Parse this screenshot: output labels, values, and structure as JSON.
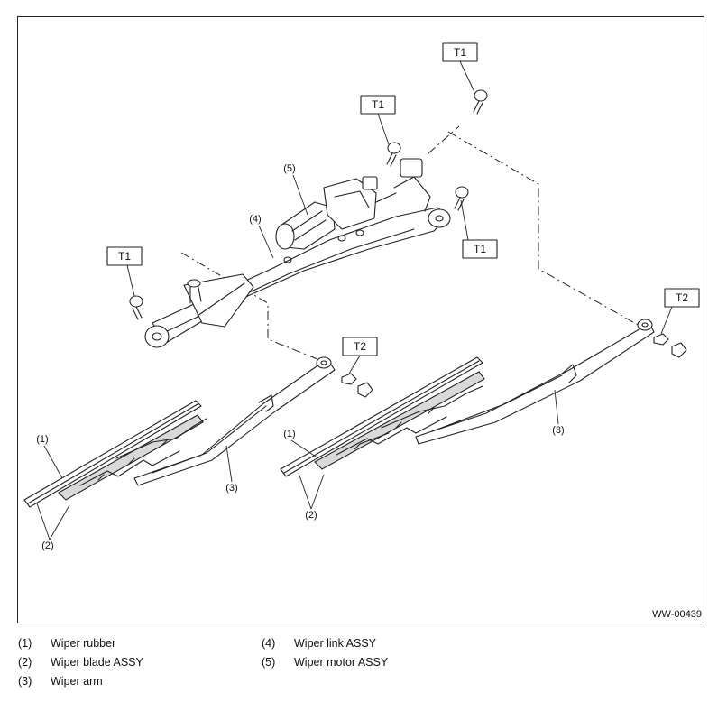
{
  "figure": {
    "reference_code": "WW-00439",
    "torque_tags": {
      "t1": "T1",
      "t2": "T2"
    },
    "callouts": {
      "n1": "(1)",
      "n2": "(2)",
      "n3": "(3)",
      "n4": "(4)",
      "n5": "(5)"
    }
  },
  "legend": [
    {
      "num": "(1)",
      "label": "Wiper rubber"
    },
    {
      "num": "(2)",
      "label": "Wiper blade ASSY"
    },
    {
      "num": "(3)",
      "label": "Wiper arm"
    },
    {
      "num": "(4)",
      "label": "Wiper link ASSY"
    },
    {
      "num": "(5)",
      "label": "Wiper motor ASSY"
    }
  ]
}
